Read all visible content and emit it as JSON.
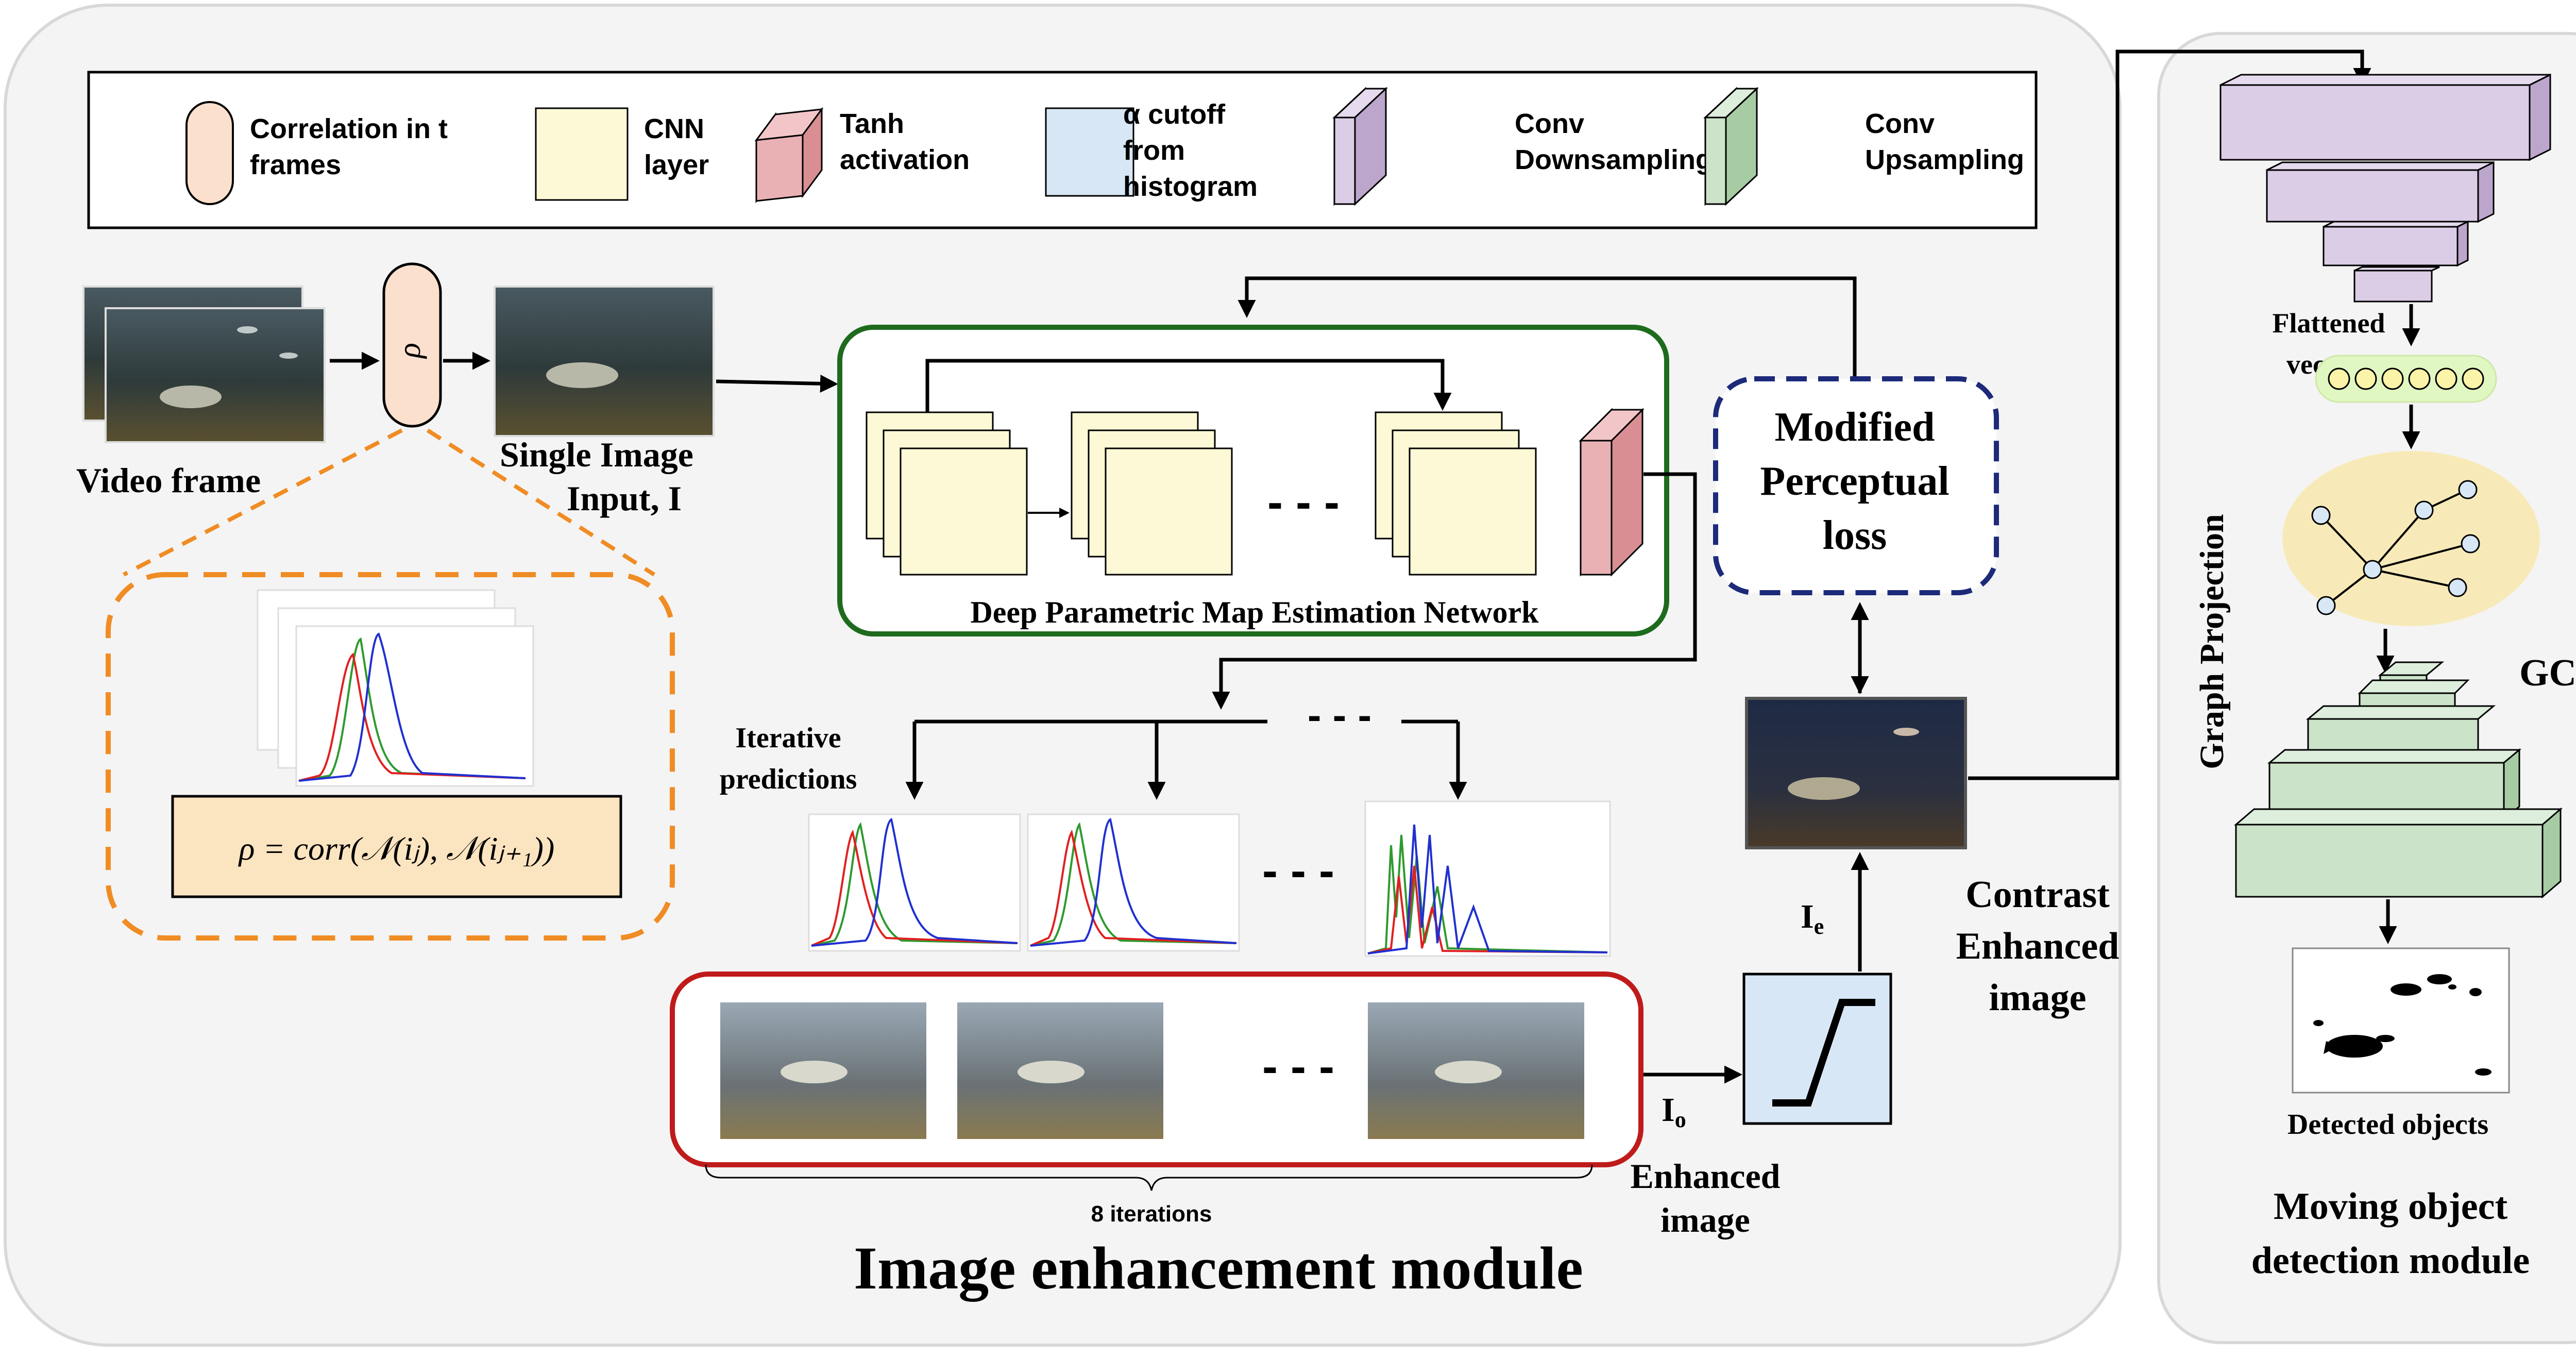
{
  "legend": {
    "correlation": "Correlation in t frames",
    "cnn": "CNN layer",
    "tanh": "Tanh activation",
    "cutoff": "α cutoff from histogram",
    "down": "Conv Downsampling",
    "up": "Conv Upsampling"
  },
  "labels": {
    "video_frame": "Video frame",
    "rho_symbol": "ρ",
    "single_input_l1": "Single Image",
    "single_input_l2": "Input, I",
    "network": "Deep Parametric Map Estimation Network",
    "loss_l1": "Modified",
    "loss_l2": "Perceptual",
    "loss_l3": "loss",
    "formula": "ρ = corr(𝒩(iⱼ), 𝒩(iⱼ₊₁))",
    "iterative_l1": "Iterative",
    "iterative_l2": "predictions",
    "iterations": "8 iterations",
    "io_label": "I",
    "io_sub": "o",
    "ie_label": "I",
    "ie_sub": "e",
    "enhanced_l1": "Enhanced",
    "enhanced_l2": "image",
    "contrast_l1": "Contrast",
    "contrast_l2": "Enhanced",
    "contrast_l3": "image",
    "module_title": "Image enhancement module",
    "flattened_l1": "Flattened",
    "flattened_l2": "vector",
    "graph_projection": "Graph Projection",
    "gcn": "GCN",
    "detected": "Detected objects",
    "moving_l1": "Moving object",
    "moving_l2": "detection module"
  },
  "colors": {
    "panel_bg": "#f4f4f4",
    "cnn_fill": "#fdf9d6",
    "tanh_fill": "#e9b1b4",
    "corr_fill": "#fbe0cd",
    "cutoff_fill": "#d8e7f6",
    "down_fill": "#dccde6",
    "up_fill": "#cbe3c9",
    "green_border": "#1e6b1e",
    "red_border": "#c01b1b",
    "navy_dash": "#1d2a7a",
    "orange_dash": "#f08c24",
    "graph_fill": "#f8eab8",
    "vector_fill": "#e1f7c2"
  }
}
